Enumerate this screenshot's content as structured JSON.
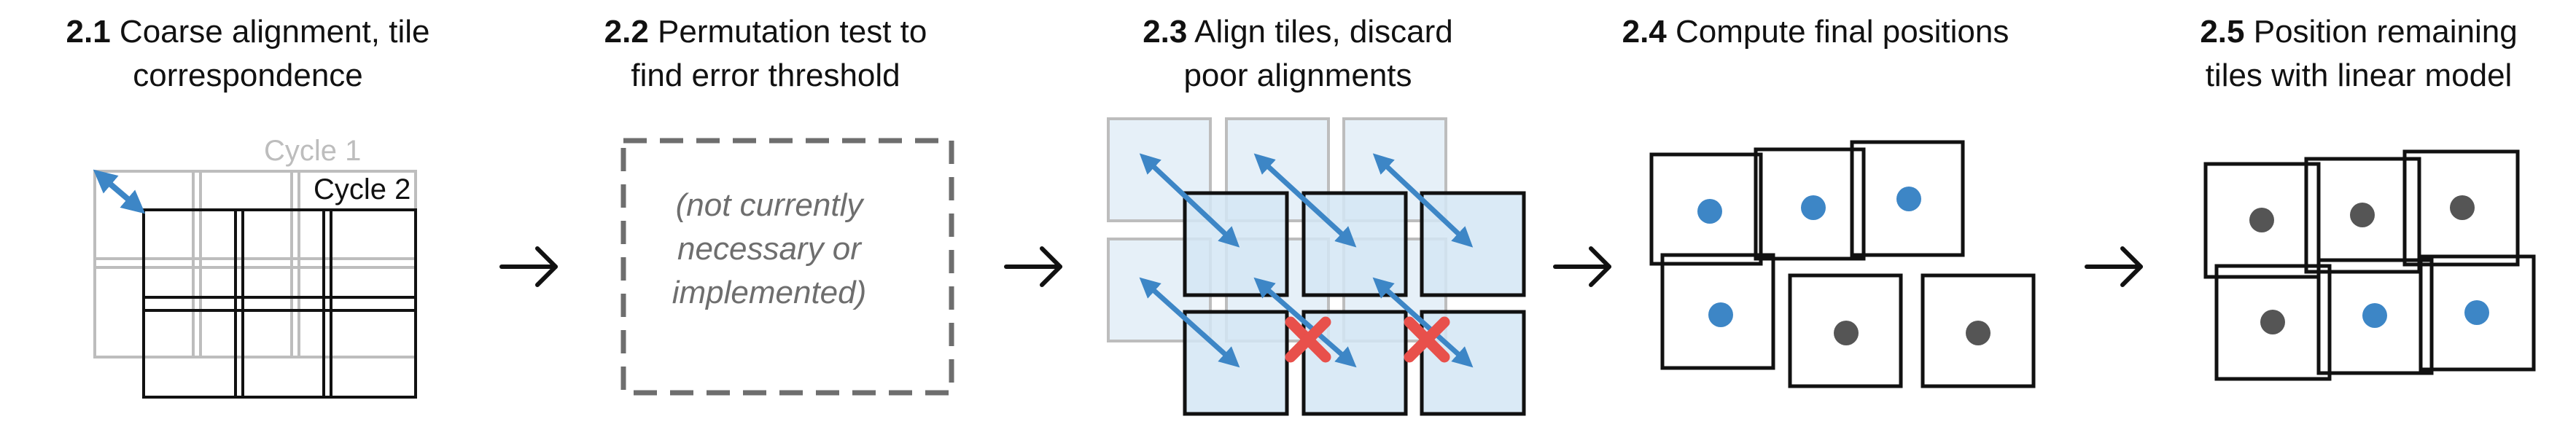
{
  "panels": [
    {
      "number": "2.1",
      "title_line1": "Coarse alignment, tile",
      "title_line2": "correspondence"
    },
    {
      "number": "2.2",
      "title_line1": "Permutation test to",
      "title_line2": "find error threshold"
    },
    {
      "number": "2.3",
      "title_line1": "Align tiles, discard",
      "title_line2": "poor alignments"
    },
    {
      "number": "2.4",
      "title_line1": "Compute final positions",
      "title_line2": ""
    },
    {
      "number": "2.5",
      "title_line1": "Position remaining",
      "title_line2": "tiles with linear model"
    }
  ],
  "cycle_labels": {
    "cycle1": "Cycle 1",
    "cycle2": "Cycle 2"
  },
  "note": {
    "line1": "(not currently",
    "line2": "necessary or",
    "line3": "implemented)"
  },
  "colors": {
    "blue": "#3d86c6",
    "light_blue_fill": "#d3e6f5",
    "lighter_blue_fill": "#e6f0f8",
    "grey_tile": "#bdbdbd",
    "red_x": "#e8504b",
    "grey_dot": "#555555",
    "dash": "#6e6e6e"
  },
  "icons": [
    "right-arrow-icon",
    "double-arrow-icon",
    "cross-icon",
    "dot-icon"
  ]
}
